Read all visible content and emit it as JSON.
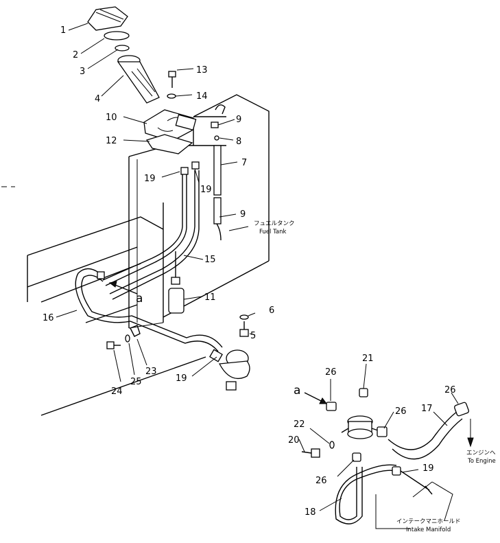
{
  "callouts": [
    "1",
    "2",
    "3",
    "4",
    "5",
    "6",
    "7",
    "8",
    "9",
    "9",
    "10",
    "11",
    "12",
    "13",
    "14",
    "15",
    "16",
    "17",
    "18",
    "19",
    "19",
    "19",
    "19",
    "20",
    "21",
    "22",
    "23",
    "24",
    "25",
    "26",
    "26",
    "26",
    "26",
    "26",
    "a",
    "a"
  ],
  "notes": {
    "fuel_tank_jp": "フュエルタンク",
    "fuel_tank_en": "Fuel Tank",
    "to_engine_jp": "エンジンへ",
    "to_engine_en": "To Engine",
    "intake_jp": "インテークマニホールド",
    "intake_en": "Intake Manifold"
  }
}
